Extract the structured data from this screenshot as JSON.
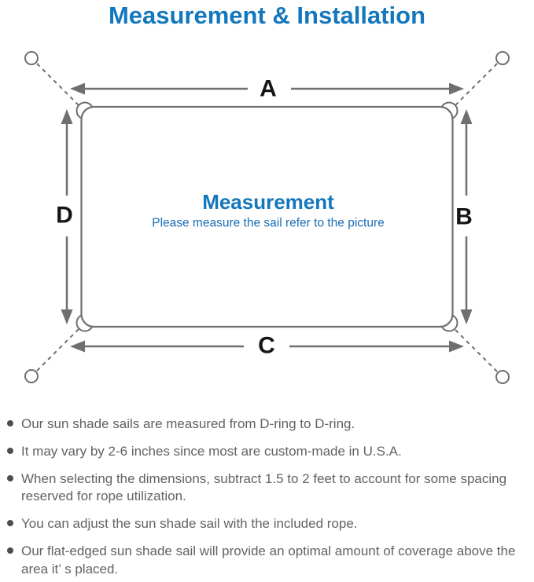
{
  "title": "Measurement & Installation",
  "diagram": {
    "label_a": "A",
    "label_b": "B",
    "label_c": "C",
    "label_d": "D",
    "center_heading": "Measurement",
    "center_subtitle": "Please measure the sail refer to the picture"
  },
  "bullets": [
    "Our sun shade sails are measured from D-ring to D-ring.",
    "It may vary by 2-6 inches since most are custom-made in U.S.A.",
    "When selecting the dimensions, subtract 1.5 to 2 feet to account for some spacing reserved for rope utilization.",
    "You can adjust the sun shade sail with the included rope.",
    "Our flat-edged sun shade sail will provide an optimal amount of coverage above the area it’ s placed."
  ],
  "colors": {
    "accent_blue": "#1377bd",
    "subtitle_blue": "#1a6fb5",
    "line_gray": "#6f6f6f",
    "body_text_gray": "#626262",
    "label_black": "#151515"
  },
  "icons": {
    "anchor_point": "anchor-ring",
    "corner_ring": "d-ring"
  }
}
